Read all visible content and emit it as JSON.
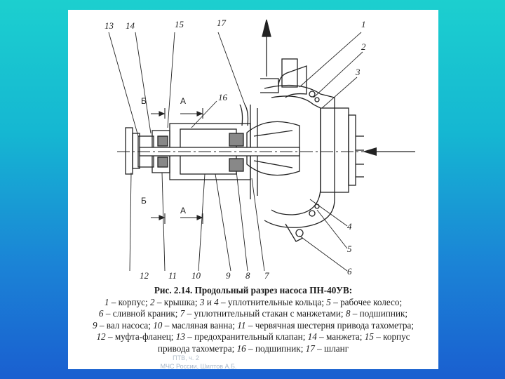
{
  "figure": {
    "callouts": [
      "13",
      "14",
      "15",
      "17",
      "1",
      "2",
      "3",
      "16",
      "4",
      "5",
      "6",
      "12",
      "11",
      "10",
      "9",
      "8",
      "7"
    ],
    "section_marks": [
      "Б",
      "А",
      "Б",
      "А"
    ]
  },
  "caption": {
    "title": "Рис. 2.14. Продольный разрез насоса ПН-40УВ:",
    "lines": [
      [
        {
          "n": "1",
          "t": " – корпус; "
        },
        {
          "n": "2",
          "t": " – крышка; "
        },
        {
          "n": "3",
          "t": " и "
        },
        {
          "n": "4",
          "t": " – уплотнительные кольца; "
        },
        {
          "n": "5",
          "t": " – рабочее колесо;"
        }
      ],
      [
        {
          "n": "6",
          "t": " – сливной краник; "
        },
        {
          "n": "7",
          "t": " – уплотнительный стакан с манжетами; "
        },
        {
          "n": "8",
          "t": " – подшипник;"
        }
      ],
      [
        {
          "n": "9",
          "t": " – вал насоса; "
        },
        {
          "n": "10",
          "t": " – масляная ванна; "
        },
        {
          "n": "11",
          "t": " – червячная шестерня привода тахометра;"
        }
      ],
      [
        {
          "n": "12",
          "t": " – муфта-фланец; "
        },
        {
          "n": "13",
          "t": " – предохранительный клапан; "
        },
        {
          "n": "14",
          "t": " – манжета; "
        },
        {
          "n": "15",
          "t": " – корпус"
        }
      ],
      [
        {
          "n": "",
          "t": "привода тахометра; "
        },
        {
          "n": "16",
          "t": " – подшипник; "
        },
        {
          "n": "17",
          "t": " – шланг"
        }
      ]
    ]
  },
  "footer": {
    "line1": "МЧС России, Шилтов А.Б.",
    "line2": "ПТВ, ч. 2"
  }
}
